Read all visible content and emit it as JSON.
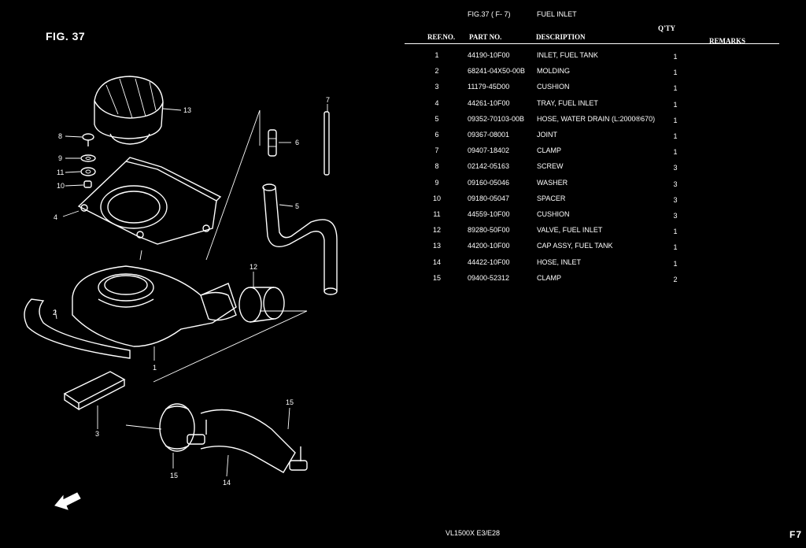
{
  "figure_label": "FIG. 37",
  "header": {
    "fig_ref": "FIG.37 ( F- 7)",
    "title": "FUEL INLET"
  },
  "columns": {
    "qty": "Q'TY",
    "ref_no": "REF.NO.",
    "part_no": "PART NO.",
    "description": "DESCRIPTION",
    "remarks": "REMARKS"
  },
  "parts": [
    {
      "ref": "1",
      "part_no": "44190-10F00",
      "description": "INLET, FUEL TANK",
      "qty": "1"
    },
    {
      "ref": "2",
      "part_no": "68241-04X50-00B",
      "description": "MOLDING",
      "qty": "1"
    },
    {
      "ref": "3",
      "part_no": "11179-45D00",
      "description": "CUSHION",
      "qty": "1"
    },
    {
      "ref": "4",
      "part_no": "44261-10F00",
      "description": "TRAY, FUEL INLET",
      "qty": "1"
    },
    {
      "ref": "5",
      "part_no": "09352-70103-00B",
      "description": "HOSE, WATER DRAIN (L:2000®670)",
      "qty": "1"
    },
    {
      "ref": "6",
      "part_no": "09367-08001",
      "description": "JOINT",
      "qty": "1"
    },
    {
      "ref": "7",
      "part_no": "09407-18402",
      "description": "CLAMP",
      "qty": "1"
    },
    {
      "ref": "8",
      "part_no": "02142-05163",
      "description": "SCREW",
      "qty": "3"
    },
    {
      "ref": "9",
      "part_no": "09160-05046",
      "description": "WASHER",
      "qty": "3"
    },
    {
      "ref": "10",
      "part_no": "09180-05047",
      "description": "SPACER",
      "qty": "3"
    },
    {
      "ref": "11",
      "part_no": "44559-10F00",
      "description": "CUSHION",
      "qty": "3"
    },
    {
      "ref": "12",
      "part_no": "89280-50F00",
      "description": "VALVE, FUEL INLET",
      "qty": "1"
    },
    {
      "ref": "13",
      "part_no": "44200-10F00",
      "description": "CAP ASSY, FUEL TANK",
      "qty": "1"
    },
    {
      "ref": "14",
      "part_no": "44422-10F00",
      "description": "HOSE, INLET",
      "qty": "1"
    },
    {
      "ref": "15",
      "part_no": "09400-52312",
      "description": "CLAMP",
      "qty": "2"
    }
  ],
  "callouts": [
    "1",
    "2",
    "3",
    "4",
    "5",
    "6",
    "7",
    "8",
    "9",
    "10",
    "11",
    "12",
    "13",
    "14",
    "15"
  ],
  "footer": {
    "model": "VL1500X  E3/E28",
    "page_code": "F7"
  }
}
